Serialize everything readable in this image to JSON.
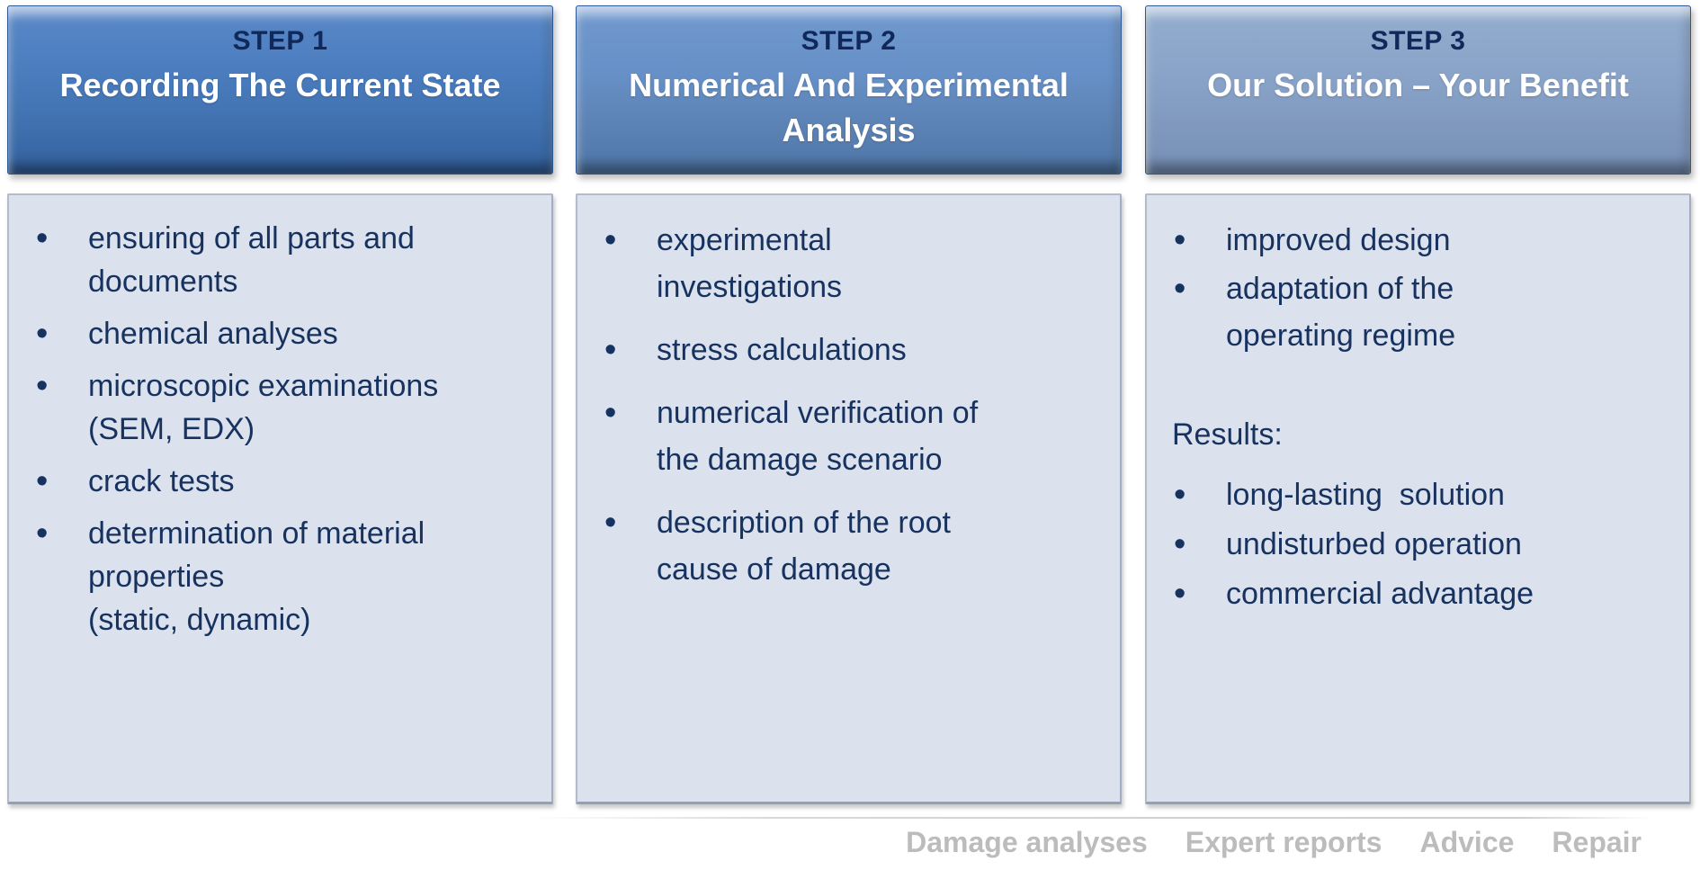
{
  "page": {
    "background": "#ffffff",
    "body_text_color": "#17325f",
    "panel_background": "#dbe2ee"
  },
  "columns": [
    {
      "step_label": "STEP 1",
      "title": "Recording The Current State",
      "header_color_top": "#5b89c8",
      "header_color_bottom": "#33609e",
      "bullets": [
        "ensuring of all parts and\ndocuments",
        "chemical analyses",
        "microscopic examinations\n(SEM, EDX)",
        "crack tests",
        "determination of material\nproperties\n(static, dynamic)"
      ]
    },
    {
      "step_label": "STEP 2",
      "title": "Numerical And Experimental Analysis",
      "header_color_top": "#7199ce",
      "header_color_bottom": "#4f76a8",
      "bullets": [
        "experimental\ninvestigations",
        "stress calculations",
        "numerical verification of\nthe damage scenario",
        "description of the root\ncause of damage"
      ]
    },
    {
      "step_label": "STEP 3",
      "title": "Our Solution – Your Benefit",
      "header_color_top": "#93adcf",
      "header_color_bottom": "#7690b6",
      "bullets": [
        "improved design",
        "adaptation of the\noperating regime"
      ],
      "results_label": "Results:",
      "results": [
        "long-lasting  solution",
        "undisturbed operation",
        "commercial advantage"
      ]
    }
  ],
  "footer": {
    "text_color": "#bcbcbc",
    "items": [
      "Damage analyses",
      "Expert reports",
      "Advice",
      "Repair"
    ]
  }
}
